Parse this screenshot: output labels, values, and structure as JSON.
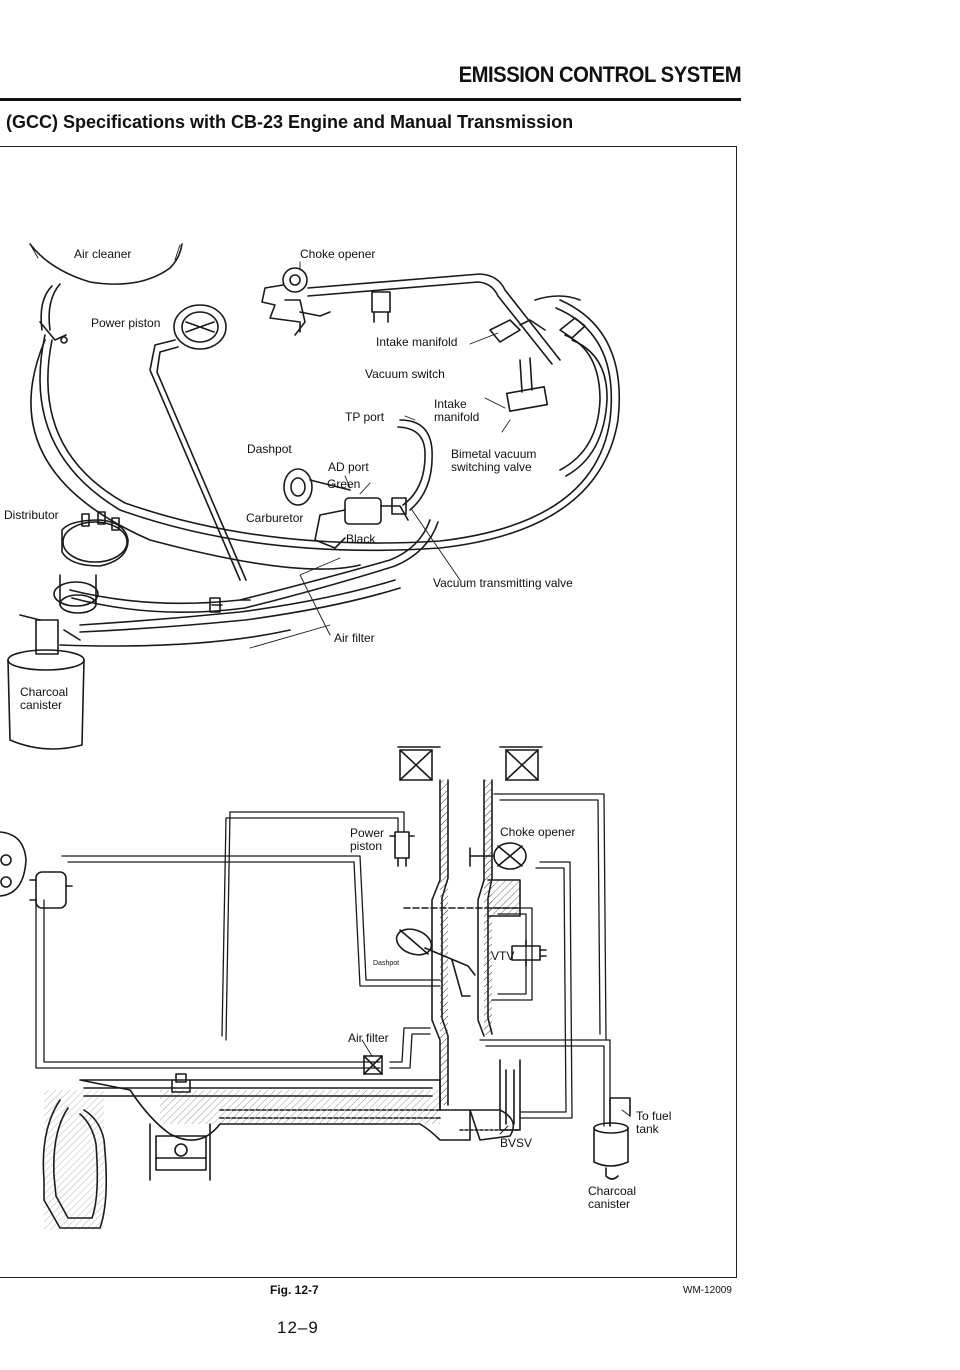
{
  "header": {
    "section_title": "EMISSION CONTROL SYSTEM",
    "subheading": "(GCC) Specifications with CB-23 Engine and Manual Transmission"
  },
  "top_diagram": {
    "labels": {
      "air_cleaner": "Air cleaner",
      "choke_opener": "Choke opener",
      "power_piston": "Power piston",
      "intake_manifold_1": "Intake manifold",
      "vacuum_switch": "Vacuum switch",
      "intake_manifold_2": "Intake\nmanifold",
      "tp_port": "TP port",
      "dashpot": "Dashpot",
      "ad_port": "AD port",
      "green": "Green",
      "bimetal_valve": "Bimetal vacuum\nswitching valve",
      "distributor": "Distributor",
      "carburetor": "Carburetor",
      "black": "Black",
      "vacuum_transmitting_valve": "Vacuum transmitting valve",
      "air_filter": "Air filter",
      "charcoal_canister": "Charcoal\ncanister"
    }
  },
  "bottom_diagram": {
    "labels": {
      "power_piston": "Power\npiston",
      "choke_opener": "Choke opener",
      "dashpot": "Dashpot",
      "vtv": "VTV",
      "air_filter": "Air filter",
      "bvsv": "BVSV",
      "to_fuel_tank": "To fuel\ntank",
      "charcoal_canister": "Charcoal\ncanister"
    }
  },
  "footer": {
    "figure_caption": "Fig. 12-7",
    "figure_code": "WM-12009",
    "page_number": "12–9"
  }
}
